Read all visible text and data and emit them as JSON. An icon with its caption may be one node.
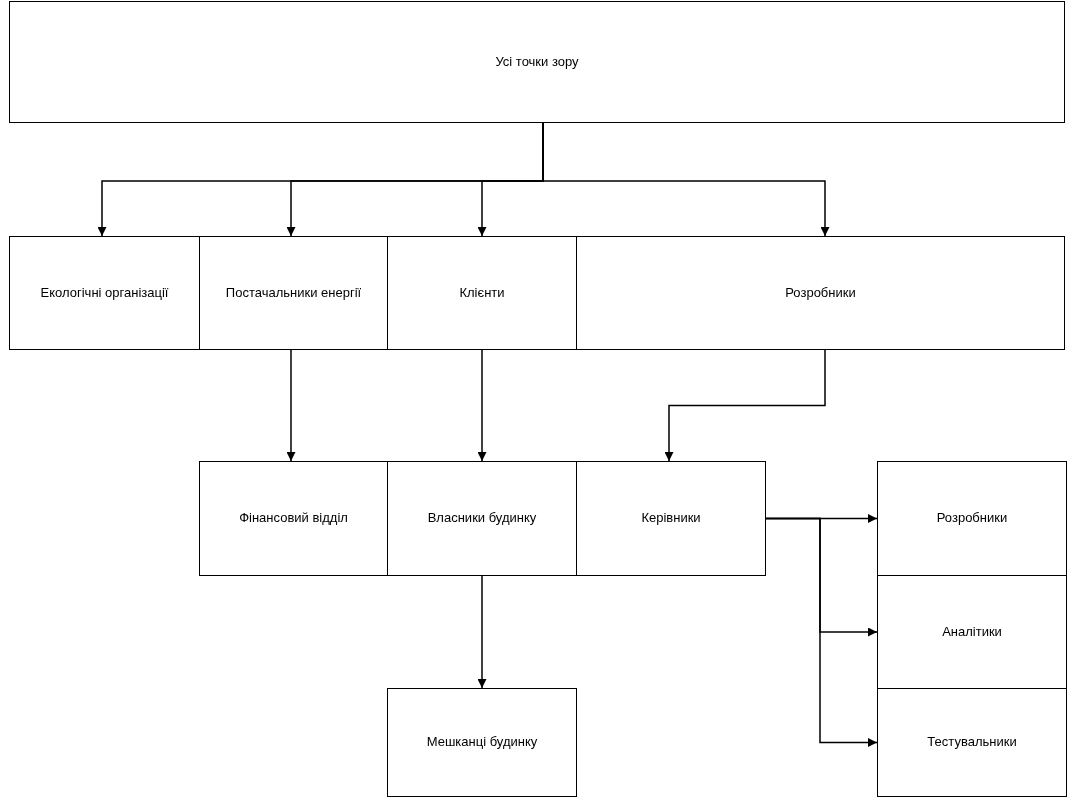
{
  "diagram": {
    "nodes": [
      {
        "text": [
          "Усі точки зору"
        ]
      },
      {
        "text": [
          "Екологічні організації"
        ]
      },
      {
        "text": [
          "Постачальники енергії"
        ]
      },
      {
        "text": [
          "Клієнти"
        ]
      },
      {
        "text": [
          "Розробники"
        ]
      },
      {
        "text": [
          "Фінансовий відділ"
        ]
      },
      {
        "text": [
          "Власники будинку"
        ]
      },
      {
        "text": [
          "Керівники"
        ]
      },
      {
        "text": [
          "Розробники"
        ]
      },
      {
        "text": [
          "Аналітики"
        ]
      },
      {
        "text": [
          "Тестувальники"
        ]
      },
      {
        "text": [
          "Мешканці будинку"
        ]
      }
    ],
    "edges": [
      {
        "from": 0,
        "to": 1,
        "arrow": "to"
      },
      {
        "from": 0,
        "to": 2,
        "arrow": "to"
      },
      {
        "from": 0,
        "to": 3,
        "arrow": "to"
      },
      {
        "from": 0,
        "to": 4,
        "arrow": "to"
      },
      {
        "from": 2,
        "to": 5,
        "arrow": "to"
      },
      {
        "from": 3,
        "to": 6,
        "arrow": "to"
      },
      {
        "from": 4,
        "to": 7,
        "arrow": "to"
      },
      {
        "from": 7,
        "to": 8,
        "arrow": "to"
      },
      {
        "from": 7,
        "to": 9,
        "arrow": "to"
      },
      {
        "from": 7,
        "to": 10,
        "arrow": "to"
      },
      {
        "from": 6,
        "to": 11,
        "arrow": "to"
      }
    ]
  }
}
